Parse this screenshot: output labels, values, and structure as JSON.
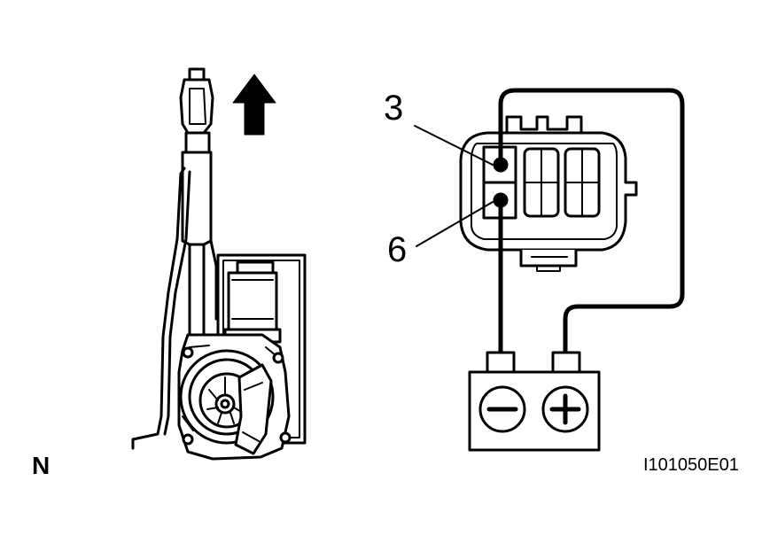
{
  "labels": {
    "terminal_top": "3",
    "terminal_bottom": "6",
    "corner_mark": "N",
    "figure_code": "I101050E01"
  },
  "icons": {
    "direction_arrow": "arrow-up-icon",
    "battery_negative": "minus-icon",
    "battery_positive": "plus-icon"
  },
  "colors": {
    "line": "#000000",
    "background": "#ffffff"
  }
}
